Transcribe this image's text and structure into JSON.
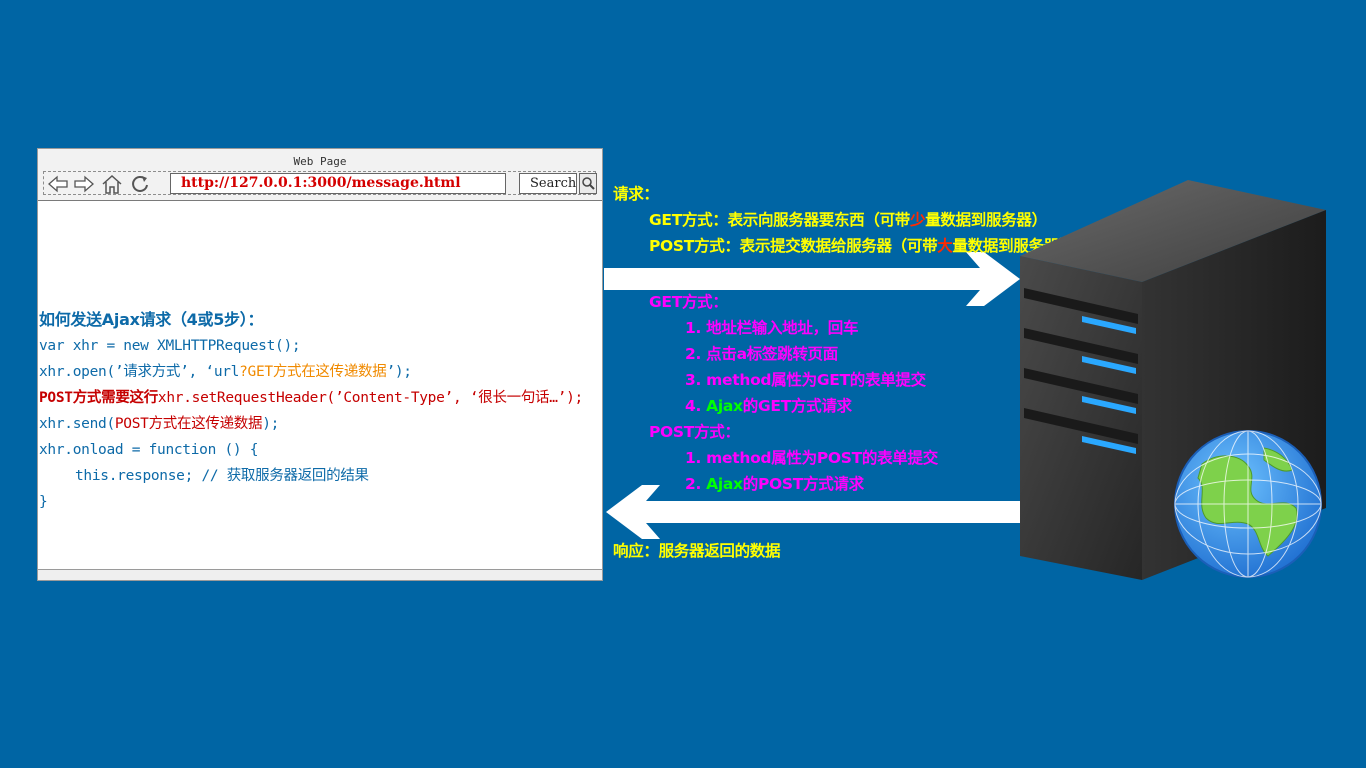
{
  "browser": {
    "title": "Web Page",
    "url": "http://127.0.0.1:3000/message.html",
    "search_label": "Search",
    "icons": [
      "back-icon",
      "forward-icon",
      "home-icon",
      "refresh-icon",
      "magnifier-icon"
    ]
  },
  "code": {
    "heading": "如何发送Ajax请求（4或5步）：",
    "line1": "var xhr = new XMLHTTPRequest();",
    "line2_a": "xhr.open(’请求方式’, ‘url",
    "line2_b": "?GET方式在这传递数据",
    "line2_c": "’);",
    "line3_a": "POST方式需要这行",
    "line3_b": "xhr.setRequestHeader(’Content-Type’, ‘很长一句话…’);",
    "line4_a": "xhr.send(",
    "line4_b": "POST方式在这传递数据",
    "line4_c": ");",
    "line5": "xhr.onload = function () {",
    "line6": "this.response; // 获取服务器返回的结果",
    "line7": "}"
  },
  "request": {
    "label": "请求：",
    "get_a": "GET方式：表示向服务器要东西（可带",
    "get_hi": "少",
    "get_b": "量数据到服务器）",
    "post_a": "POST方式：表示提交数据给服务器（可带",
    "post_hi": "大",
    "post_b": "量数据到服务器）"
  },
  "methods": {
    "get_title": "GET方式：",
    "get_items": [
      "1. 地址栏输入地址，回车",
      "2. 点击a标签跳转页面",
      "3. method属性为GET的表单提交"
    ],
    "get_item4_num": "4. ",
    "get_item4_ajax": "Ajax",
    "get_item4_rest": "的GET方式请求",
    "post_title": "POST方式：",
    "post_item1": "1. method属性为POST的表单提交",
    "post_item2_num": "2. ",
    "post_item2_ajax": "Ajax",
    "post_item2_rest": "的POST方式请求"
  },
  "response": {
    "label": "响应：服务器返回的数据"
  },
  "colors": {
    "background": "#0065a4",
    "request_text": "#ffff00",
    "methods_text": "#ff00ff",
    "ajax_highlight": "#00ff00",
    "amount_highlight": "#ff2a00",
    "code_text": "#0d6aa8",
    "code_red": "#c50000",
    "code_orange": "#f08a00"
  }
}
